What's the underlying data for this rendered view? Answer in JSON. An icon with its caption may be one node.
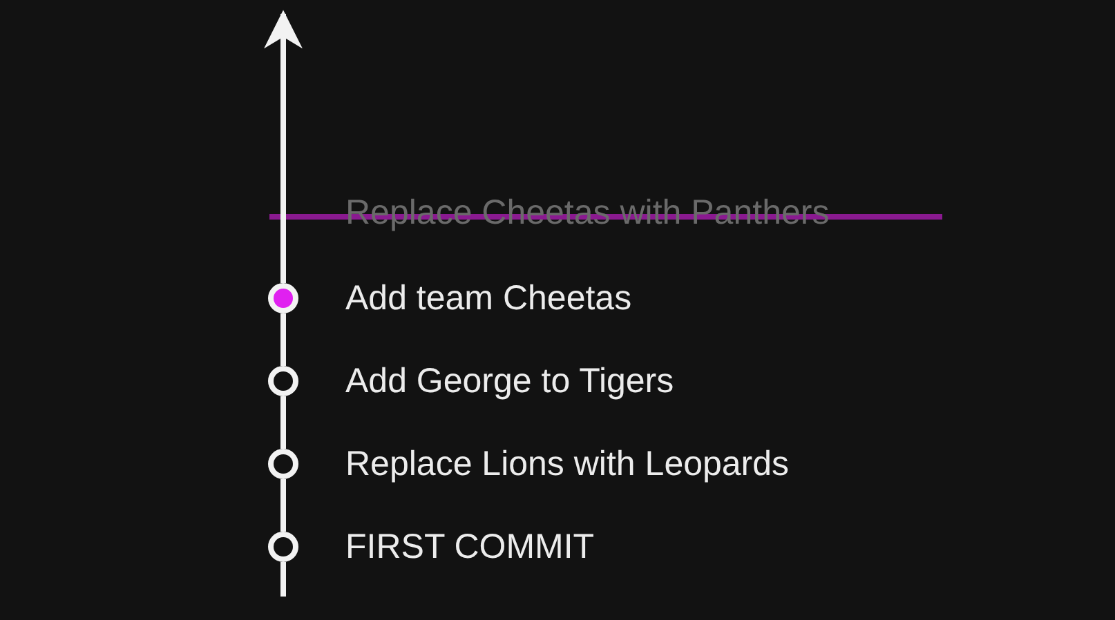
{
  "diagram": {
    "nodes": [
      {
        "text": [
          "Add team Cheetas"
        ]
      },
      {
        "text": [
          "Add George to Tigers"
        ]
      },
      {
        "text": [
          "Replace Lions with Leopards"
        ]
      },
      {
        "text": [
          "FIRST COMMIT"
        ]
      }
    ],
    "edges": [
      {
        "from": null,
        "to": 3,
        "arrow": "none"
      },
      {
        "from": 3,
        "to": 2,
        "arrow": "none"
      },
      {
        "from": 2,
        "to": 1,
        "arrow": "none"
      },
      {
        "from": 1,
        "to": 0,
        "arrow": "none"
      },
      {
        "from": 0,
        "to": null,
        "arrow": "to"
      }
    ],
    "labels": [
      "Replace Cheetas with Panthers"
    ]
  }
}
